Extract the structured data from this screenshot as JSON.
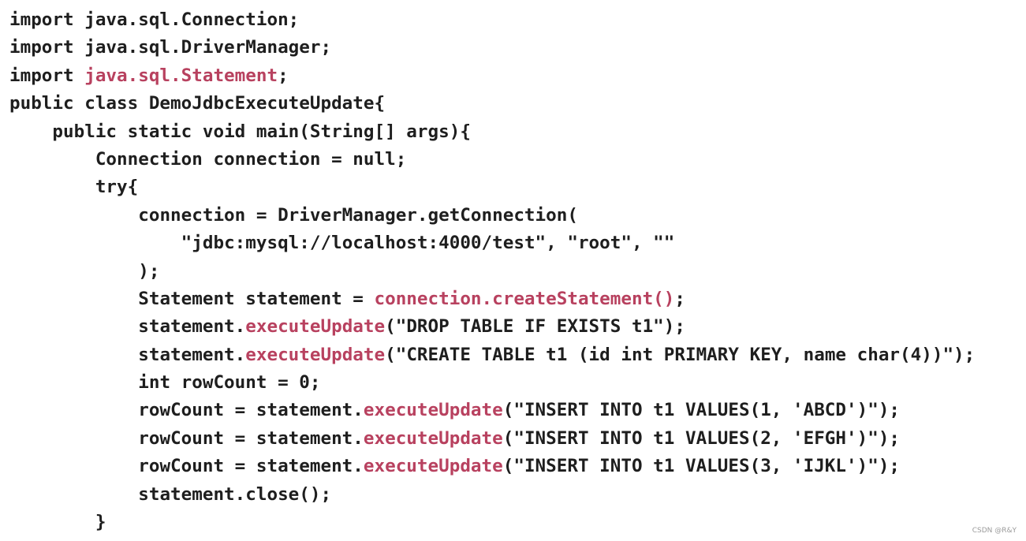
{
  "code": {
    "lines": [
      {
        "indent": 0,
        "tokens": [
          {
            "text": "import java.sql.Connection;"
          }
        ]
      },
      {
        "indent": 0,
        "tokens": [
          {
            "text": "import java.sql.DriverManager;"
          }
        ]
      },
      {
        "indent": 0,
        "tokens": [
          {
            "text": "import "
          },
          {
            "text": "java.sql.Statement",
            "hl": true
          },
          {
            "text": ";"
          }
        ]
      },
      {
        "indent": 0,
        "tokens": [
          {
            "text": "public class DemoJdbcExecuteUpdate{"
          }
        ]
      },
      {
        "indent": 1,
        "tokens": [
          {
            "text": "public static void main(String[] args){"
          }
        ]
      },
      {
        "indent": 2,
        "tokens": [
          {
            "text": "Connection connection = null;"
          }
        ]
      },
      {
        "indent": 2,
        "tokens": [
          {
            "text": "try{"
          }
        ]
      },
      {
        "indent": 3,
        "tokens": [
          {
            "text": "connection = DriverManager.getConnection("
          }
        ]
      },
      {
        "indent": 4,
        "tokens": [
          {
            "text": "\"jdbc:mysql://localhost:4000/test\", \"root\", \"\""
          }
        ]
      },
      {
        "indent": 3,
        "tokens": [
          {
            "text": ");"
          }
        ]
      },
      {
        "indent": 3,
        "tokens": [
          {
            "text": "Statement statement = "
          },
          {
            "text": "connection.createStatement()",
            "hl": true
          },
          {
            "text": ";"
          }
        ]
      },
      {
        "indent": 3,
        "tokens": [
          {
            "text": "statement."
          },
          {
            "text": "executeUpdate",
            "hl": true
          },
          {
            "text": "(\"DROP TABLE IF EXISTS t1\");"
          }
        ]
      },
      {
        "indent": 3,
        "tokens": [
          {
            "text": "statement."
          },
          {
            "text": "executeUpdate",
            "hl": true
          },
          {
            "text": "(\"CREATE TABLE t1 (id int PRIMARY KEY, name char(4))\");"
          }
        ]
      },
      {
        "indent": 3,
        "tokens": [
          {
            "text": "int rowCount = 0;"
          }
        ]
      },
      {
        "indent": 3,
        "tokens": [
          {
            "text": "rowCount = statement."
          },
          {
            "text": "executeUpdate",
            "hl": true
          },
          {
            "text": "(\"INSERT INTO t1 VALUES(1, 'ABCD')\");"
          }
        ]
      },
      {
        "indent": 3,
        "tokens": [
          {
            "text": "rowCount = statement."
          },
          {
            "text": "executeUpdate",
            "hl": true
          },
          {
            "text": "(\"INSERT INTO t1 VALUES(2, 'EFGH')\");"
          }
        ]
      },
      {
        "indent": 3,
        "tokens": [
          {
            "text": "rowCount = statement."
          },
          {
            "text": "executeUpdate",
            "hl": true
          },
          {
            "text": "(\"INSERT INTO t1 VALUES(3, 'IJKL')\");"
          }
        ]
      },
      {
        "indent": 3,
        "tokens": [
          {
            "text": "statement.close();"
          }
        ]
      },
      {
        "indent": 2,
        "tokens": [
          {
            "text": "}"
          }
        ]
      }
    ]
  },
  "colors": {
    "text": "#1e1e1e",
    "highlight": "#b8415f",
    "background": "#ffffff"
  },
  "watermark": "CSDN @R&Y"
}
